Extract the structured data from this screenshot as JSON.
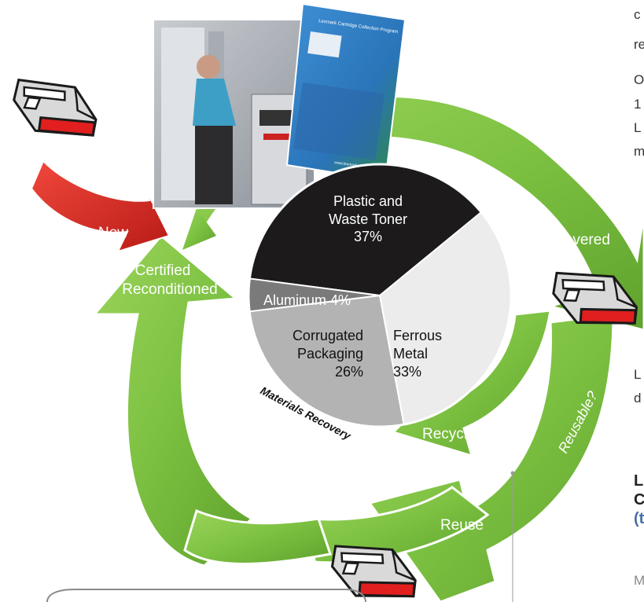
{
  "title_badge": "",
  "pie": {
    "plastic": {
      "line1": "Plastic and",
      "line2": "Waste Toner",
      "pct": "37%"
    },
    "ferrous": {
      "line1": "Ferrous",
      "line2": "Metal",
      "pct": "33%"
    },
    "corrugated": {
      "line1": "Corrugated",
      "line2": "Packaging",
      "pct": "26%"
    },
    "aluminum": {
      "label": "Aluminum 4%"
    },
    "caption": "Materials Recovery"
  },
  "cycle_labels": {
    "new": "New",
    "certified_line1": "Certified",
    "certified_line2": "Reconditioned",
    "recovered": "Recovered",
    "recycle": "Recycle",
    "reuse": "Reuse",
    "reusable": "Reusable?"
  },
  "brochure": {
    "title": "Lexmark Cartridge Collection Program",
    "footer": "www.lexmark.com/recycle"
  },
  "right_column": {
    "l1": "c",
    "l2": "re",
    "l3": "O",
    "l4": "1",
    "l5": "L",
    "l6": "m",
    "l7": "L",
    "l8": "d",
    "h1": "L",
    "h2": "C",
    "h3": "(t",
    "l9": "M"
  },
  "chart_data": {
    "type": "pie",
    "title": "Materials Recovery",
    "categories": [
      "Plastic and Waste Toner",
      "Ferrous Metal",
      "Corrugated Packaging",
      "Aluminum"
    ],
    "values": [
      37,
      33,
      26,
      4
    ],
    "colors": [
      "#1c1a1b",
      "#ececec",
      "#b3b3b4",
      "#7a7a7a"
    ]
  },
  "colors": {
    "green": "#7dc142",
    "red": "#d3251e",
    "text_dark": "#111111"
  }
}
